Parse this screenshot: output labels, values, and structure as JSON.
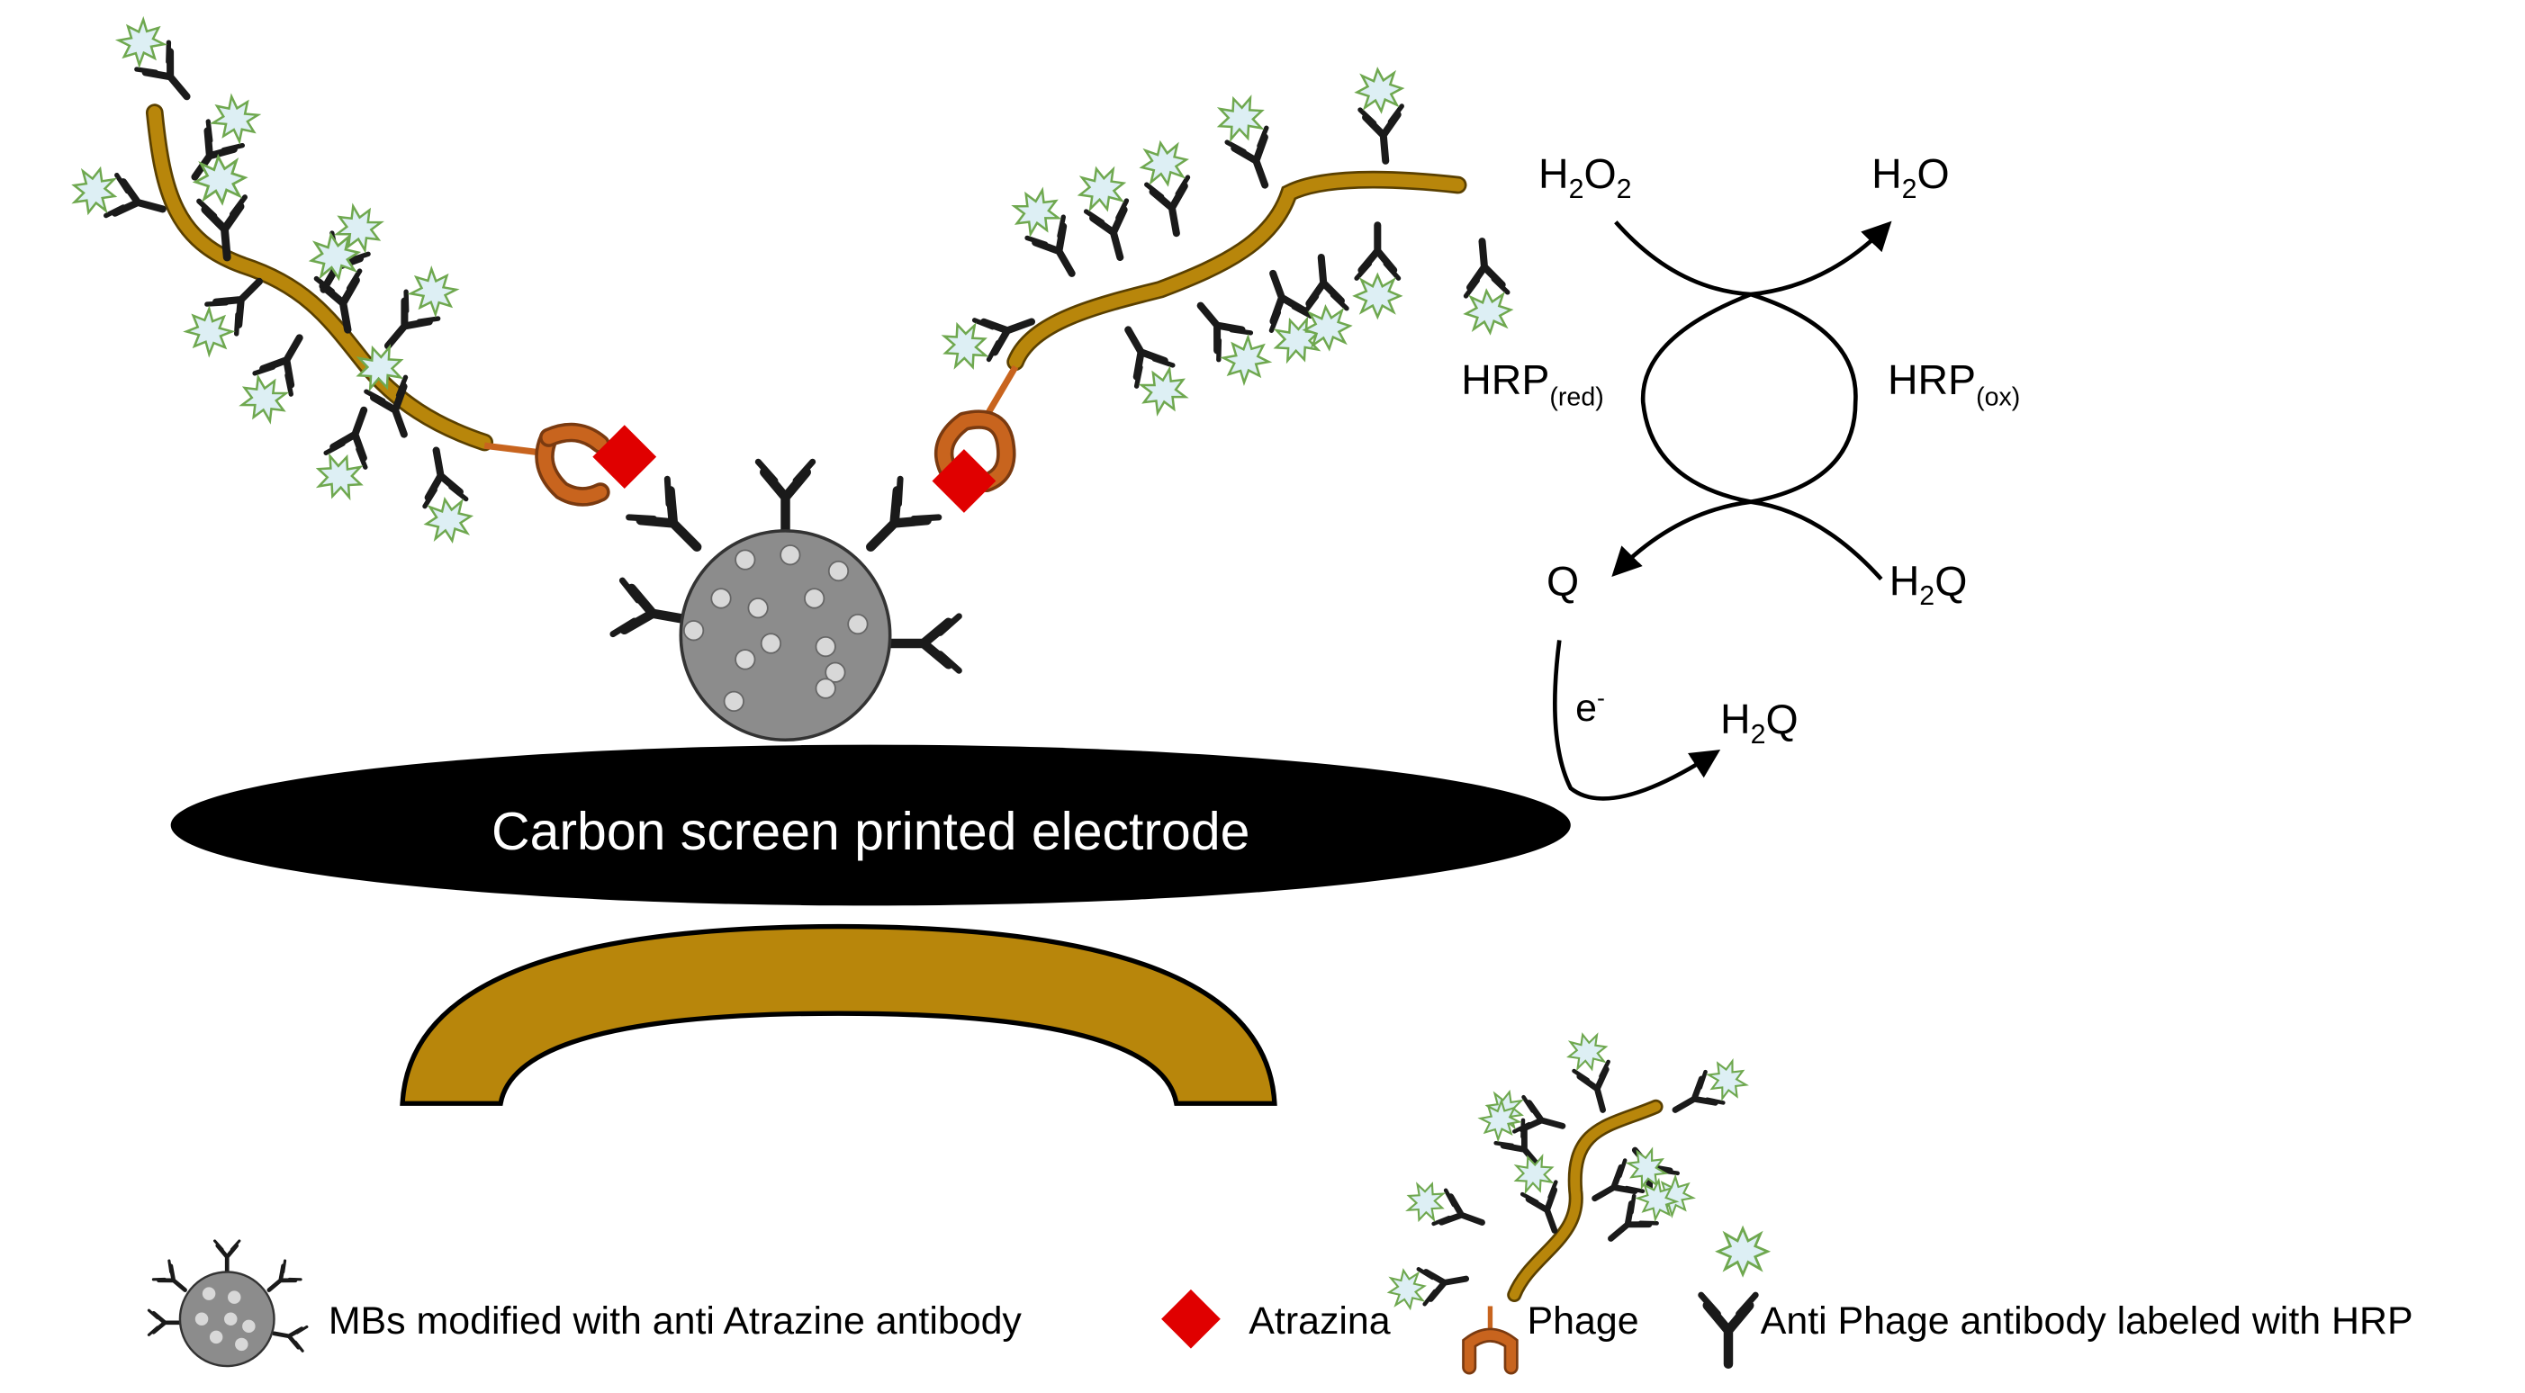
{
  "electrode": {
    "label": "Carbon screen printed electrode"
  },
  "reaction": {
    "h2o2_base": "H",
    "h2o2_sub": "2",
    "h2o2_o": "O",
    "h2o2_sub2": "2",
    "h2o_base": "H",
    "h2o_sub": "2",
    "h2o_o": "O",
    "hrp_red_base": "HRP",
    "hrp_red_sub": "(red)",
    "hrp_ox_base": "HRP",
    "hrp_ox_sub": "(ox)",
    "q": "Q",
    "h2q_base": "H",
    "h2q_sub": "2",
    "h2q_q": "Q",
    "electron_base": "e",
    "electron_sup": "-",
    "h2q2_base": "H",
    "h2q2_sub": "2",
    "h2q2_q": "Q"
  },
  "legend": {
    "mbs": "MBs modified with anti Atrazine antibody",
    "atrazina": "Atrazina",
    "phage": "Phage",
    "antibody": "Anti Phage antibody labeled with HRP"
  },
  "colors": {
    "phage_body": "#B8860B",
    "phage_adapter": "#C8641E",
    "atrazine": "#E00000",
    "hrp_fill": "#DDEFF4",
    "hrp_stroke": "#6FA84F",
    "bead": "#8C8C8C",
    "electrode": "#000000",
    "magnet": "#B8860B"
  },
  "icons": [
    "antibody-icon",
    "hrp-star-icon",
    "magnetic-bead-icon",
    "atrazine-diamond-icon",
    "phage-adapter-icon",
    "magnet-icon"
  ]
}
